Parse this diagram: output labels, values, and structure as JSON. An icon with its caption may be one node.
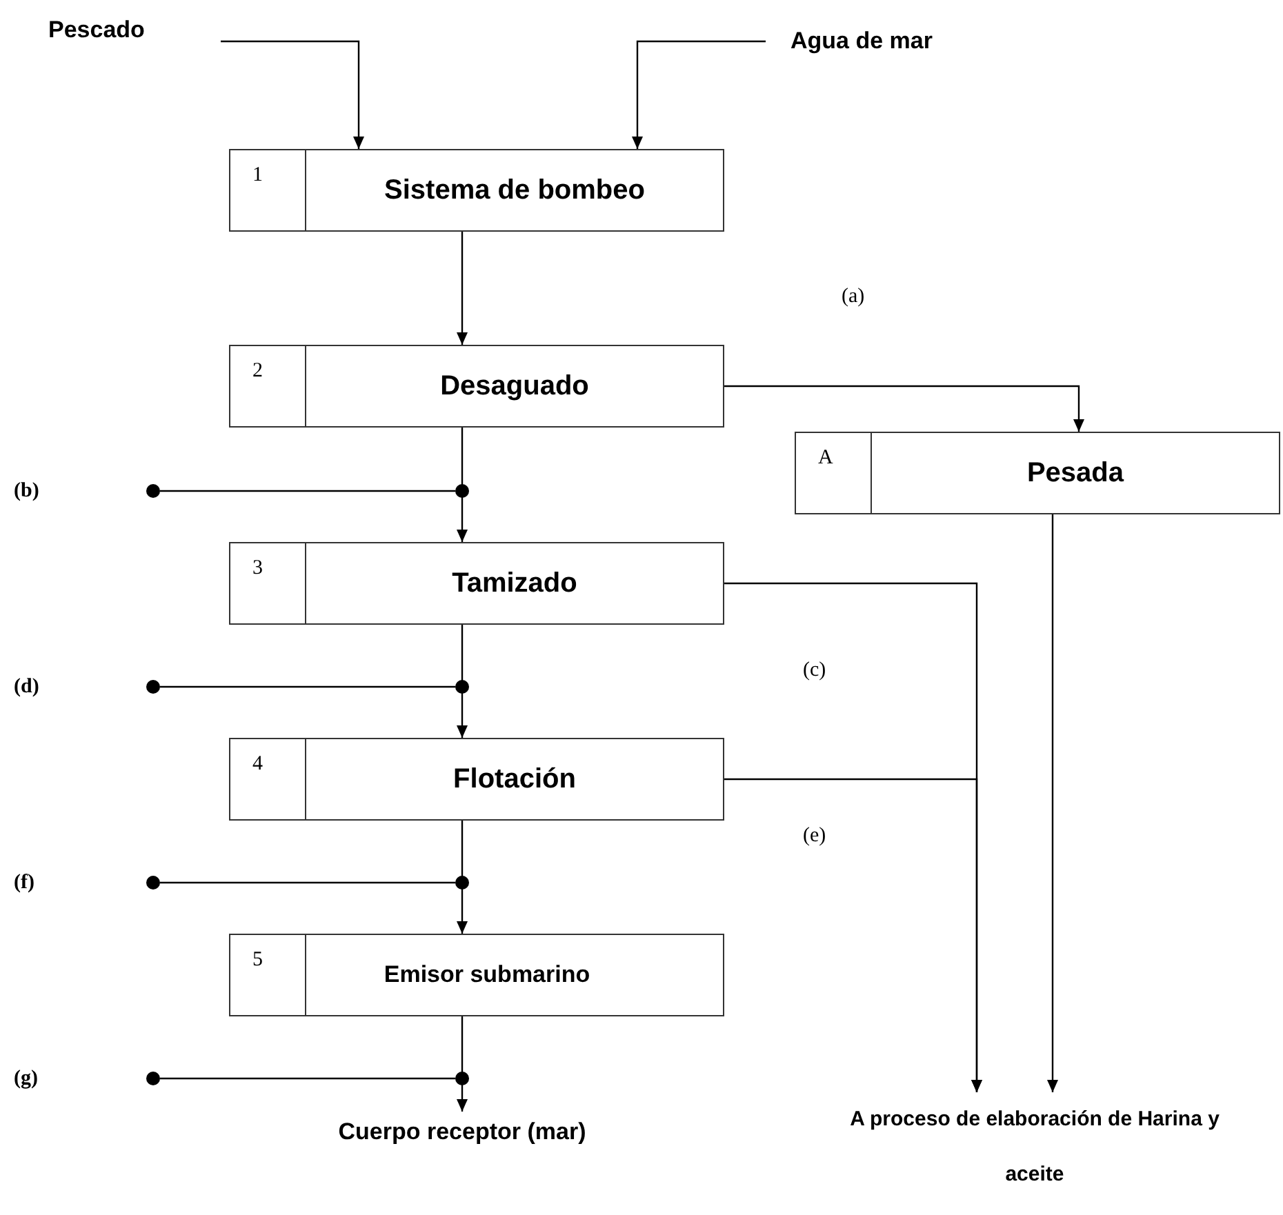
{
  "diagram": {
    "nodes": [
      {
        "text": [
          "Pescado"
        ]
      },
      {
        "text": [
          "Agua de mar"
        ]
      },
      {
        "text": [
          "1",
          "Sistema de bombeo"
        ]
      },
      {
        "text": [
          "2",
          "Desaguado"
        ]
      },
      {
        "text": [
          "A",
          "Pesada"
        ]
      },
      {
        "text": [
          "3",
          "Tamizado"
        ]
      },
      {
        "text": [
          "4",
          "Flotación"
        ]
      },
      {
        "text": [
          "5",
          "Emisor submarino"
        ]
      },
      {
        "text": [
          "Cuerpo receptor (mar)"
        ]
      },
      {
        "text": [
          "A proceso de elaboración de Harina y aceite"
        ]
      },
      {
        "text": [],
        "shape": "circle"
      },
      {
        "text": [],
        "shape": "circle"
      },
      {
        "text": [],
        "shape": "circle"
      },
      {
        "text": [],
        "shape": "circle"
      },
      {
        "text": [],
        "shape": "circle"
      },
      {
        "text": [],
        "shape": "circle"
      },
      {
        "text": [],
        "shape": "circle"
      },
      {
        "text": [],
        "shape": "circle"
      }
    ],
    "edges": [
      {
        "from": 0,
        "to": 2,
        "arrow": "to"
      },
      {
        "from": 1,
        "to": 2,
        "arrow": "to"
      },
      {
        "from": 2,
        "to": 3,
        "arrow": "to"
      },
      {
        "from": 3,
        "to": 4,
        "arrow": "to"
      },
      {
        "from": 3,
        "to": 5,
        "arrow": "to"
      },
      {
        "from": 5,
        "to": 9,
        "arrow": "to"
      },
      {
        "from": 6,
        "to": 9,
        "arrow": "to"
      },
      {
        "from": 5,
        "to": 6,
        "arrow": "to"
      },
      {
        "from": 6,
        "to": 7,
        "arrow": "to"
      },
      {
        "from": 7,
        "to": 8,
        "arrow": "to"
      },
      {
        "from": 4,
        "to": 9,
        "arrow": "to"
      },
      {
        "from": 10,
        "to": 11,
        "arrow": "none"
      },
      {
        "from": 12,
        "to": 13,
        "arrow": "none"
      },
      {
        "from": 14,
        "to": 15,
        "arrow": "none"
      },
      {
        "from": 16,
        "to": 17,
        "arrow": "none"
      }
    ],
    "labels": [
      "(a)",
      "(b)",
      "(c)",
      "(d)",
      "(e)",
      "(f)",
      "(g)"
    ]
  }
}
